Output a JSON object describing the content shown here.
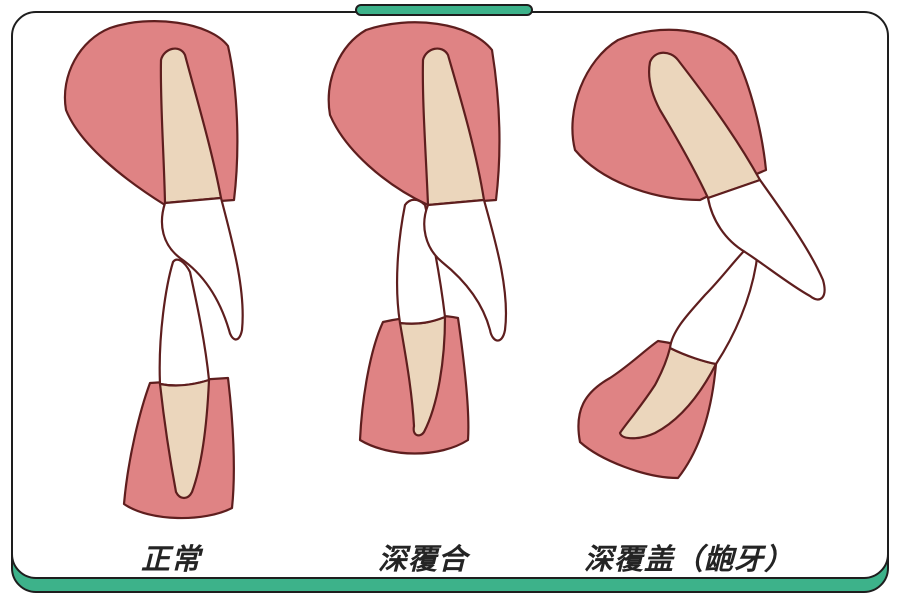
{
  "colors": {
    "gum": "#DF8384",
    "root": "#EBD6BC",
    "crown": "#FFFFFF",
    "outline": "#5E1E1E",
    "frame_accent": "#3DB28A",
    "frame_border": "#1E1E1E",
    "caption_text": "#242424"
  },
  "diagrams": [
    {
      "caption": "正常",
      "icon": "normal-bite-teeth-icon"
    },
    {
      "caption": "深覆合",
      "icon": "deep-overbite-teeth-icon"
    },
    {
      "caption": "深覆盖（龅牙）",
      "icon": "deep-overjet-buck-teeth-icon"
    }
  ]
}
